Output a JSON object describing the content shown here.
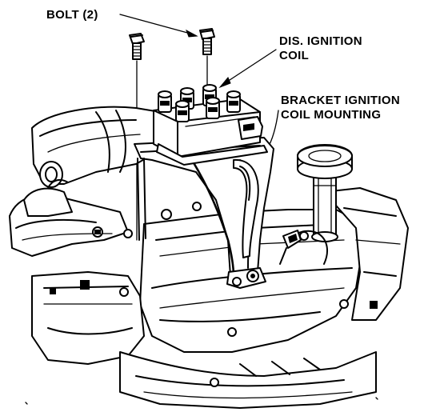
{
  "labels": {
    "bolt": "BOLT (2)",
    "coil_line1": "DIS. IGNITION",
    "coil_line2": "COIL",
    "bracket_line1": "BRACKET IGNITION",
    "bracket_line2": "COIL MOUNTING"
  }
}
